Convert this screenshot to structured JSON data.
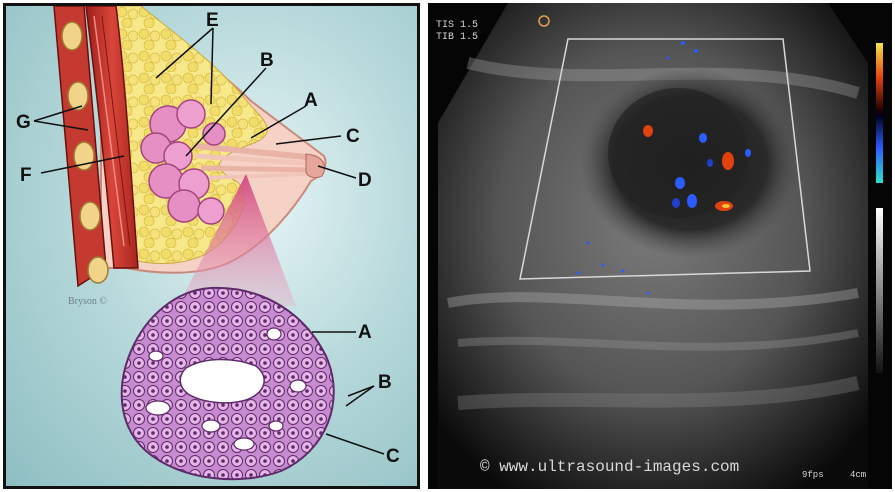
{
  "left": {
    "labels": {
      "E": "E",
      "B": "B",
      "A": "A",
      "G": "G",
      "C": "C",
      "F": "F",
      "D": "D",
      "A2": "A",
      "B2": "B",
      "C2": "C"
    },
    "credit": "Bryson ©"
  },
  "right": {
    "tib_line1": "TIS 1.5",
    "tib_line2": "TIB 1.5",
    "watermark": "© www.ultrasound-images.com",
    "fps": "9fps",
    "depth": "4cm"
  },
  "colors": {
    "panel_bg": "#b9dadc",
    "vessel_red": "#c8322c",
    "fat_yellow": "#f4e07a",
    "lobule_pink": "#e58fc4",
    "cell_purple": "#9b5aa8",
    "doppler_red": "#e2420f",
    "doppler_blue": "#2a5cff"
  }
}
